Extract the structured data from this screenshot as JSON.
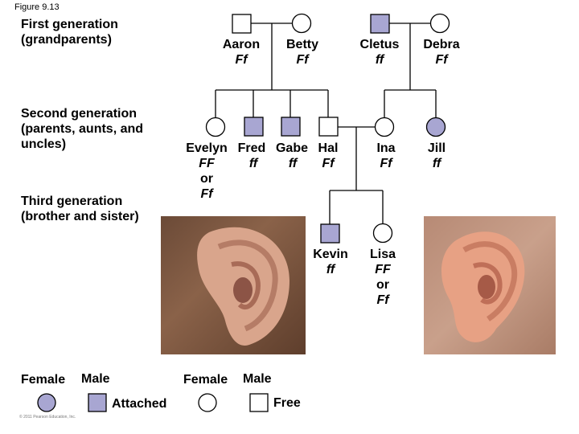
{
  "figure_label": "Figure 9.13",
  "generations": {
    "first": "First generation (grandparents)",
    "second": "Second generation (parents, aunts, and uncles)",
    "third": "Third generation (brother and sister)"
  },
  "people": {
    "aaron": {
      "name": "Aaron",
      "genotype": "Ff"
    },
    "betty": {
      "name": "Betty",
      "genotype": "Ff"
    },
    "cletus": {
      "name": "Cletus",
      "genotype": "ff"
    },
    "debra": {
      "name": "Debra",
      "genotype": "Ff"
    },
    "evelyn": {
      "name": "Evelyn",
      "genotype_1": "FF",
      "or": "or",
      "genotype_2": "Ff"
    },
    "fred": {
      "name": "Fred",
      "genotype": "ff"
    },
    "gabe": {
      "name": "Gabe",
      "genotype": "ff"
    },
    "hal": {
      "name": "Hal",
      "genotype": "Ff"
    },
    "ina": {
      "name": "Ina",
      "genotype": "Ff"
    },
    "jill": {
      "name": "Jill",
      "genotype": "ff"
    },
    "kevin": {
      "name": "Kevin",
      "genotype": "ff"
    },
    "lisa": {
      "name": "Lisa",
      "genotype_1": "FF",
      "or": "or",
      "genotype_2": "Ff"
    }
  },
  "legend": {
    "attached": {
      "female": "Female",
      "male": "Male",
      "label": "Attached"
    },
    "free": {
      "female": "Female",
      "male": "Male",
      "label": "Free"
    }
  },
  "colors": {
    "affected": "#a8a6d2",
    "unaffected": "#ffffff",
    "line": "#000000"
  },
  "copyright": "© 2011 Pearson Education, Inc."
}
